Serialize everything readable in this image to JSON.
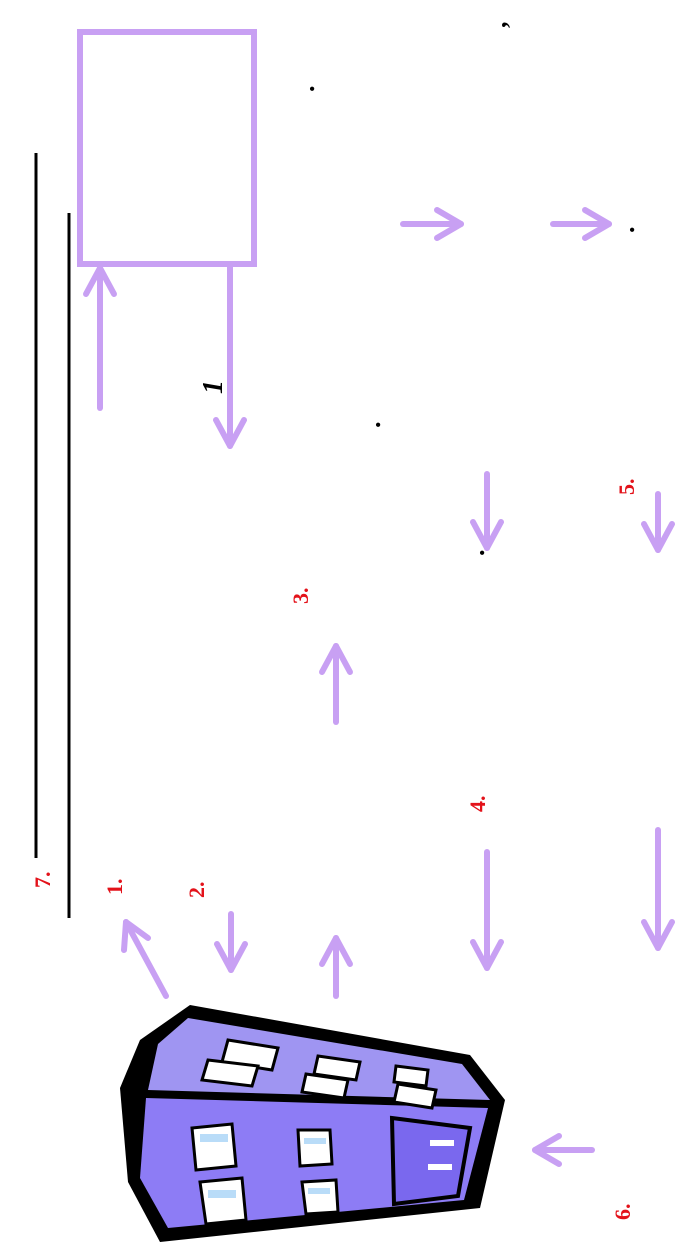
{
  "colors": {
    "arrow": "#c8a0f3",
    "box": "#c8a0f3",
    "number": "#e3121a",
    "rule": "#000000",
    "building_outline": "#000000",
    "building_front": "#8d7cf5",
    "building_top": "#9f95f2",
    "window_glass": "#b9dcf8"
  },
  "icons": [
    "building-icon"
  ],
  "labels": {
    "step1": "1.",
    "step2": "2.",
    "step3": "3.",
    "step4": "4.",
    "step5": "5.",
    "step6": "6.",
    "step7": "7.",
    "italic_one": "1",
    "mark_comma": ",",
    "mark_dot1": ".",
    "mark_dot2": ".",
    "mark_dot3": ".",
    "mark_dot4": "."
  }
}
